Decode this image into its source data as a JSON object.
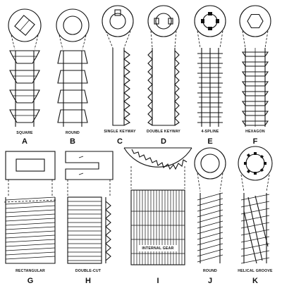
{
  "figure": {
    "tools": [
      {
        "letter": "A",
        "name": "SQUARE"
      },
      {
        "letter": "B",
        "name": "ROUND"
      },
      {
        "letter": "C",
        "name": "SINGLE KEYWAY"
      },
      {
        "letter": "D",
        "name": "DOUBLE KEYWAY"
      },
      {
        "letter": "E",
        "name": "4-SPLINE"
      },
      {
        "letter": "F",
        "name": "HEXAGON"
      },
      {
        "letter": "G",
        "name": "RECTANGULAR"
      },
      {
        "letter": "H",
        "name": "DOUBLE-CUT"
      },
      {
        "letter": "I",
        "name": "INTERNAL GEAR"
      },
      {
        "letter": "J",
        "name": "ROUND"
      },
      {
        "letter": "K",
        "name": "HELICAL GROOVE"
      }
    ],
    "style": {
      "ink": "#111111",
      "paper": "#ffffff"
    }
  }
}
